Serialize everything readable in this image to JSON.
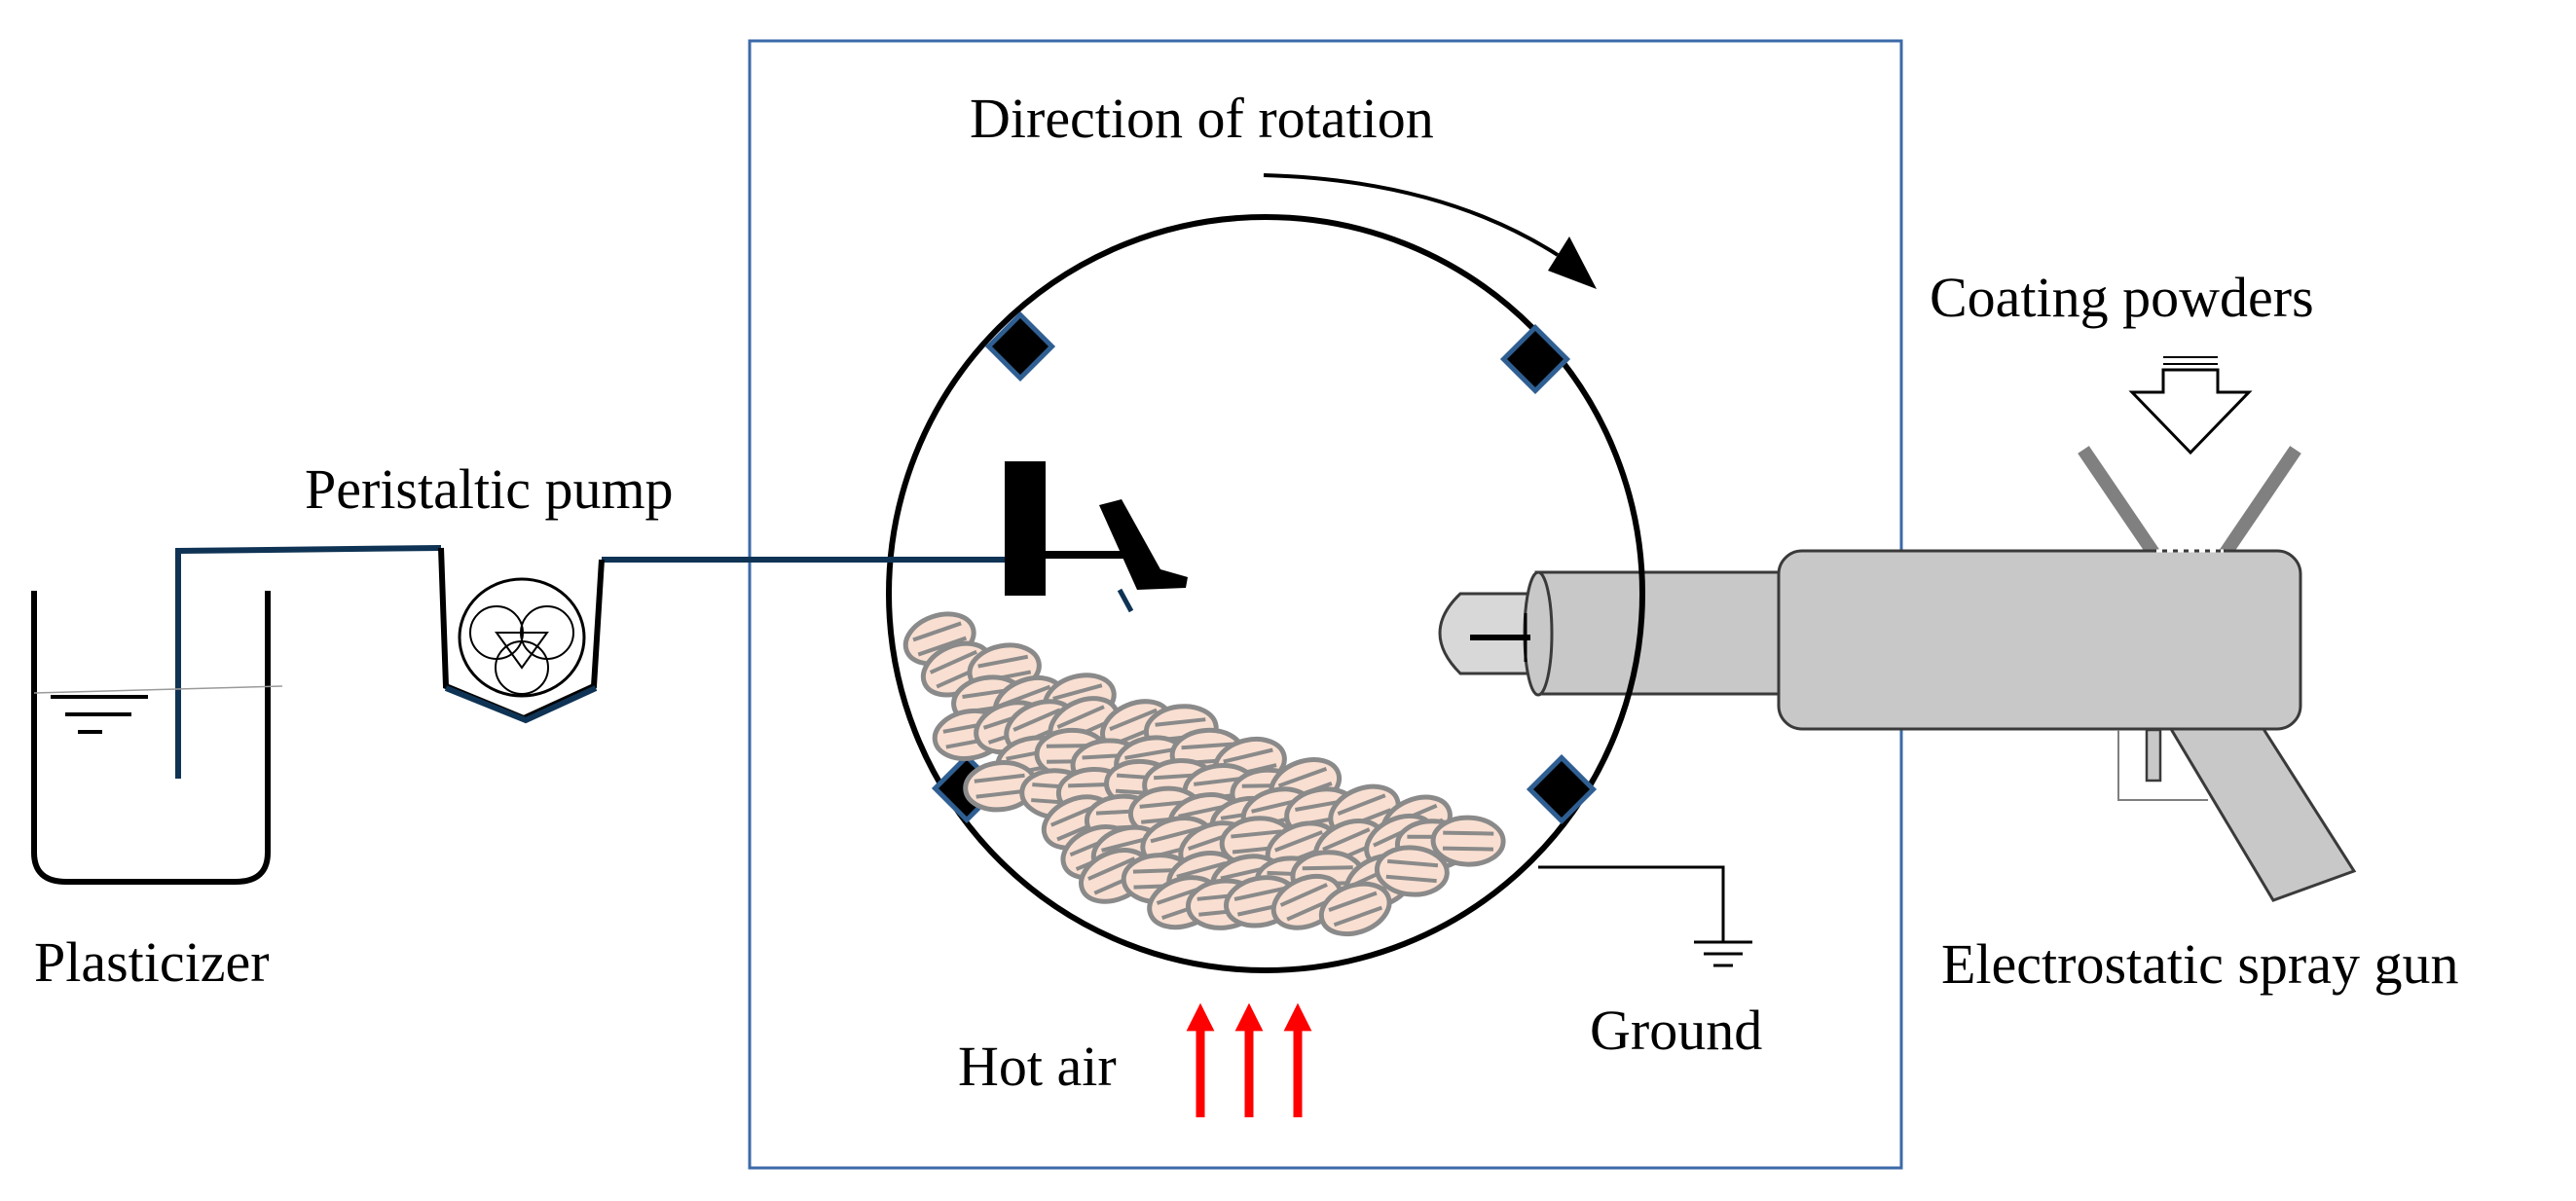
{
  "labels": {
    "plasticizer": "Plasticizer",
    "peristaltic_pump": "Peristaltic pump",
    "direction_of_rotation": "Direction of rotation",
    "coating_powders": "Coating powders",
    "electrostatic_spray_gun": "Electrostatic spray gun",
    "hot_air": "Hot air",
    "ground": "Ground"
  },
  "colors": {
    "frame": "#3b6aa8",
    "tube": "#0f3354",
    "baffle_border": "#2f5f92",
    "tablet_fill": "#f9dfd1",
    "tablet_stroke": "#8a8a8a",
    "gun_fill": "#c8c8c8",
    "gun_stroke": "#3a3a3a",
    "hot_air_arrow": "#ff0000"
  }
}
